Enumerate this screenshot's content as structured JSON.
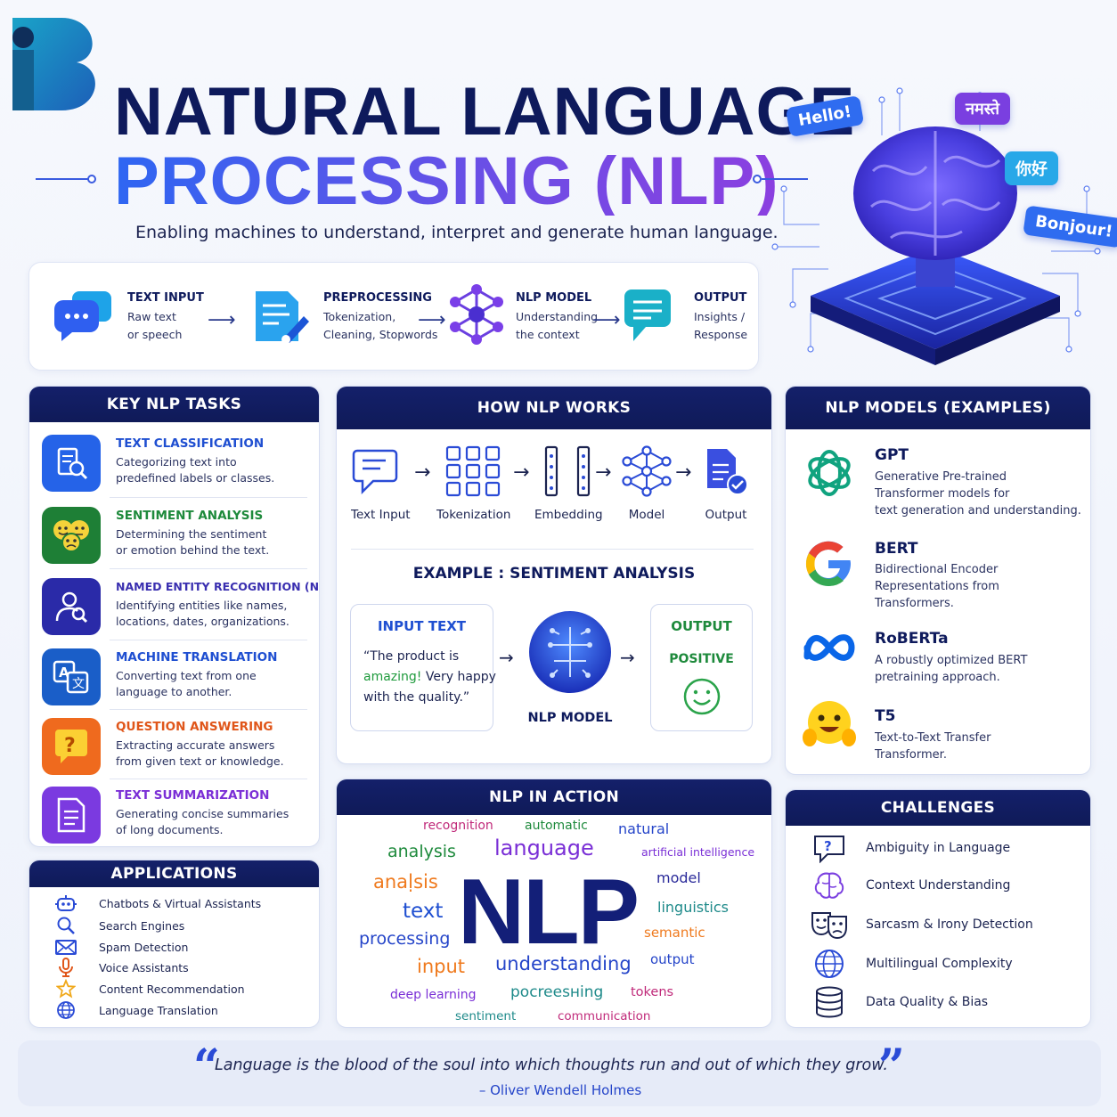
{
  "title": {
    "line1": "NATURAL LANGUAGE",
    "line2": "PROCESSING (NLP)",
    "subtitle": "Enabling machines to understand, interpret and generate human language."
  },
  "bubbles": [
    "Hello!",
    "नमस्ते",
    "你好",
    "Bonjour!"
  ],
  "pipeline": [
    {
      "title": "TEXT INPUT",
      "desc1": "Raw text",
      "desc2": "or speech",
      "icon": "chat-bubbles-icon"
    },
    {
      "title": "PREPROCESSING",
      "desc1": "Tokenization,",
      "desc2": "Cleaning, Stopwords",
      "icon": "document-edit-icon"
    },
    {
      "title": "NLP MODEL",
      "desc1": "Understanding",
      "desc2": "the context",
      "icon": "network-icon"
    },
    {
      "title": "OUTPUT",
      "desc1": "Insights /",
      "desc2": "Response",
      "icon": "message-icon"
    }
  ],
  "key_tasks": {
    "heading": "KEY NLP TASKS",
    "items": [
      {
        "title": "TEXT CLASSIFICATION",
        "desc1": "Categorizing text into",
        "desc2": "predefined labels or classes.",
        "color": "#1f4fd1"
      },
      {
        "title": "SENTIMENT ANALYSIS",
        "desc1": "Determining the sentiment",
        "desc2": "or emotion behind the text.",
        "color": "#1e8a3c"
      },
      {
        "title": "NAMED ENTITY RECOGNITION (NER)",
        "desc1": "Identifying entities like names,",
        "desc2": "locations, dates, organizations.",
        "color": "#3a2fb0"
      },
      {
        "title": "MACHINE TRANSLATION",
        "desc1": "Converting text from one",
        "desc2": "language to another.",
        "color": "#1f4fd1"
      },
      {
        "title": "QUESTION ANSWERING",
        "desc1": "Extracting accurate answers",
        "desc2": "from given text or knowledge.",
        "color": "#e0561a"
      },
      {
        "title": "TEXT SUMMARIZATION",
        "desc1": "Generating concise summaries",
        "desc2": "of long documents.",
        "color": "#7b2fd6"
      }
    ]
  },
  "applications": {
    "heading": "APPLICATIONS",
    "items": [
      "Chatbots & Virtual Assistants",
      "Search Engines",
      "Spam Detection",
      "Voice Assistants",
      "Content Recommendation",
      "Language Translation"
    ]
  },
  "how_nlp_works": {
    "heading": "HOW NLP WORKS",
    "steps": [
      "Text Input",
      "Tokenization",
      "Embedding",
      "Model",
      "Output"
    ],
    "example_heading": "EXAMPLE : SENTIMENT ANALYSIS",
    "input_label": "INPUT TEXT",
    "input_pre": "“The product is",
    "input_highlight": "amazing!",
    "input_mid": " Very happy",
    "input_post": "with the quality.”",
    "model_label": "NLP MODEL",
    "output_label": "OUTPUT",
    "output_value": "POSITIVE"
  },
  "models": {
    "heading": "NLP MODELS (EXAMPLES)",
    "items": [
      {
        "name": "GPT",
        "desc": [
          "Generative Pre-trained",
          "Transformer models for",
          "text generation and understanding."
        ]
      },
      {
        "name": "BERT",
        "desc": [
          "Bidirectional Encoder",
          "Representations from",
          "Transformers."
        ]
      },
      {
        "name": "RoBERTa",
        "desc": [
          "A robustly optimized BERT",
          "pretraining approach."
        ]
      },
      {
        "name": "T5",
        "desc": [
          "Text-to-Text Transfer",
          "Transformer."
        ]
      }
    ]
  },
  "nlp_in_action": {
    "heading": "NLP IN ACTION",
    "big": "NLP",
    "words": [
      "recognition",
      "automatic",
      "natural",
      "analysis",
      "language",
      "artificial intelligence",
      "anaḷsis",
      "model",
      "text",
      "linguistics",
      "processing",
      "semantic",
      "input",
      "understanding",
      "output",
      "deep learning",
      "pocreesнing",
      "tokens",
      "sentiment",
      "communication"
    ]
  },
  "challenges": {
    "heading": "CHALLENGES",
    "items": [
      "Ambiguity in Language",
      "Context Understanding",
      "Sarcasm & Irony Detection",
      "Multilingual Complexity",
      "Data Quality & Bias"
    ]
  },
  "quote": {
    "text": "Language is the blood of the soul into which thoughts run and out of which they grow.",
    "author": "– Oliver Wendell Holmes"
  },
  "colors": {
    "navy": "#0e1a5c",
    "blue": "#2e66f2",
    "purple": "#8b3fe0",
    "green": "#1e8a3c",
    "orange": "#e0561a"
  }
}
